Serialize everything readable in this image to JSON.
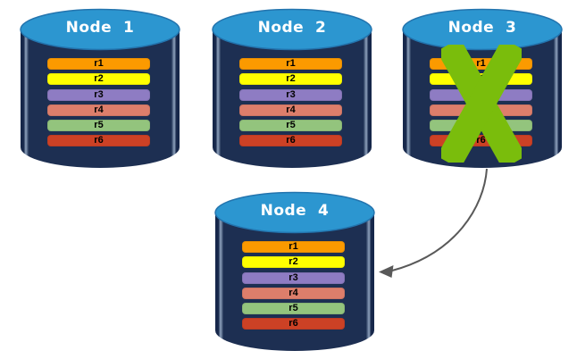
{
  "colors": {
    "background": "#FFFFFF",
    "cylinder_body": "#1D2F52",
    "cylinder_edge_dark": "#16274A",
    "cylinder_edge_light": "#8FA3BE",
    "cylinder_top": "#2C96D0",
    "title_text": "#FFFFFF",
    "record_text": "#000000",
    "failure_x": "#7ABD0C",
    "arrow": "#595959"
  },
  "nodes": [
    {
      "title": "Node  1",
      "failed": false,
      "records": [
        {
          "label": "r1",
          "color": "#FB9A00"
        },
        {
          "label": "r2",
          "color": "#FFFF00"
        },
        {
          "label": "r3",
          "color": "#8E7CC3"
        },
        {
          "label": "r4",
          "color": "#DD7E6B"
        },
        {
          "label": "r5",
          "color": "#93C47D"
        },
        {
          "label": "r6",
          "color": "#CC4125"
        }
      ]
    },
    {
      "title": "Node  2",
      "failed": false,
      "records": [
        {
          "label": "r1",
          "color": "#FB9A00"
        },
        {
          "label": "r2",
          "color": "#FFFF00"
        },
        {
          "label": "r3",
          "color": "#8E7CC3"
        },
        {
          "label": "r4",
          "color": "#DD7E6B"
        },
        {
          "label": "r5",
          "color": "#93C47D"
        },
        {
          "label": "r6",
          "color": "#CC4125"
        }
      ]
    },
    {
      "title": "Node  3",
      "failed": true,
      "records": [
        {
          "label": "r1",
          "color": "#FB9A00"
        },
        {
          "label": "r2",
          "color": "#FFFF00"
        },
        {
          "label": "r3",
          "color": "#8E7CC3"
        },
        {
          "label": "r4",
          "color": "#DD7E6B"
        },
        {
          "label": "r5",
          "color": "#93C47D"
        },
        {
          "label": "r6",
          "color": "#CC4125"
        }
      ]
    },
    {
      "title": "Node  4",
      "failed": false,
      "records": [
        {
          "label": "r1",
          "color": "#FB9A00"
        },
        {
          "label": "r2",
          "color": "#FFFF00"
        },
        {
          "label": "r3",
          "color": "#8E7CC3"
        },
        {
          "label": "r4",
          "color": "#DD7E6B"
        },
        {
          "label": "r5",
          "color": "#93C47D"
        },
        {
          "label": "r6",
          "color": "#CC4125"
        }
      ]
    }
  ],
  "arrow": {
    "from": "Node 3",
    "to": "Node 4"
  }
}
